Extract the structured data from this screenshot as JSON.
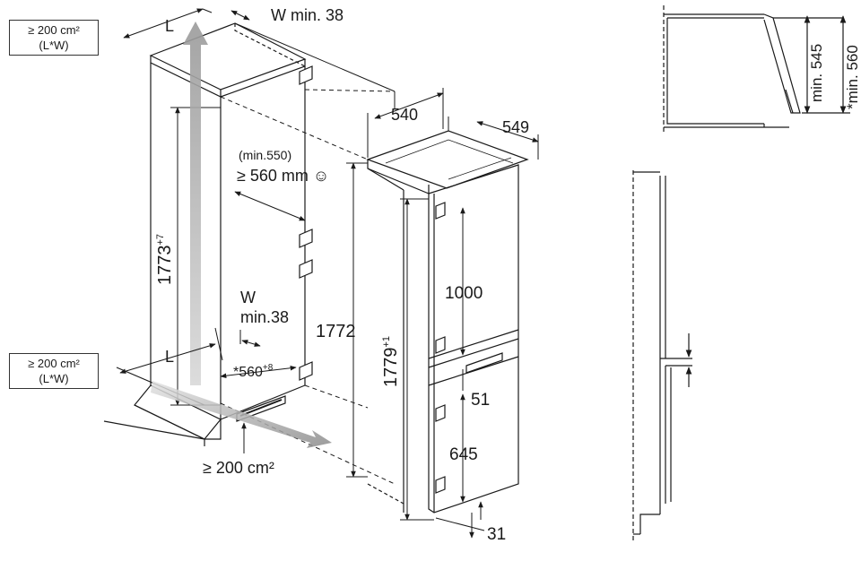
{
  "vent_top": {
    "line1": "≥ 200 cm²",
    "line2": "(L*W)"
  },
  "vent_bottom": {
    "line1": "≥ 200 cm²",
    "line2": "(L*W)"
  },
  "labels": {
    "L_top": "L",
    "W_min_top": "W min. 38",
    "L_bottom": "L",
    "W_bottom": "W",
    "W_min_bottom": "min.38",
    "niche_min": "(min.550)",
    "niche_depth": "≥ 560 mm ☺",
    "niche_height": "1773",
    "niche_height_tol": "+7",
    "niche_width": "*560",
    "niche_width_tol": "+8",
    "vent_plinth": "≥ 200 cm²",
    "appliance_height_ref": "1772",
    "appliance_height": "1779",
    "appliance_height_tol": "+1",
    "width": "540",
    "depth": "549",
    "upper_door": "1000",
    "gap": "51",
    "lower_door": "645",
    "base": "31",
    "side_min_545": "min. 545",
    "side_min_560": "*min. 560"
  },
  "colors": {
    "line": "#1a1a1a",
    "airflow": "#b4b4b4",
    "background": "#ffffff"
  }
}
